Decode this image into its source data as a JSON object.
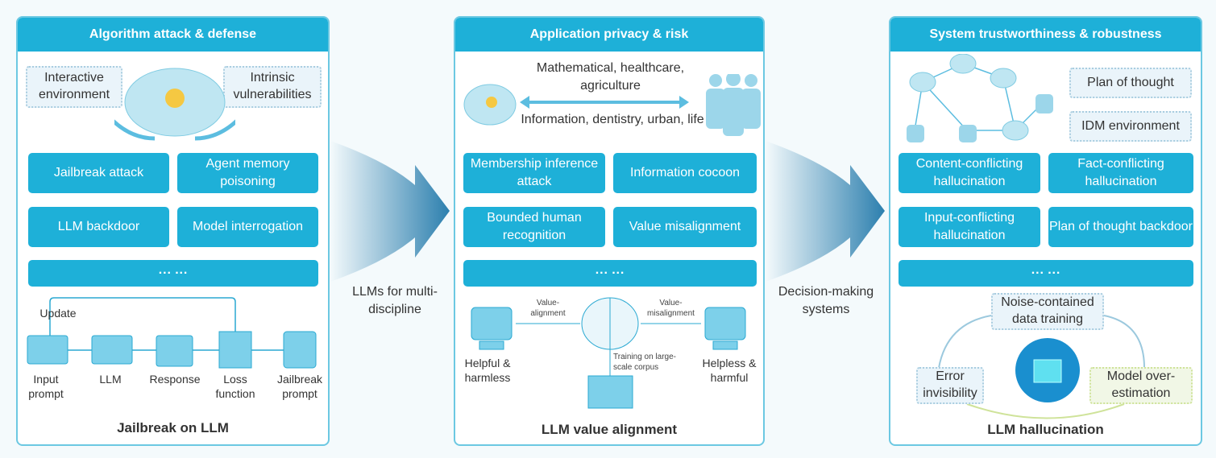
{
  "panels": {
    "left": {
      "header": "Algorithm attack & defense",
      "bubbles": [
        "Interactive environment",
        "Intrinsic vulnerabilities"
      ],
      "boxes": [
        "Jailbreak attack",
        "Agent memory poisoning",
        "LLM backdoor",
        "Model interrogation"
      ],
      "ellipsis": "··· ···",
      "flow": {
        "update": "Update",
        "steps": [
          "Input prompt",
          "LLM",
          "Response",
          "Loss function",
          "Jailbreak prompt"
        ]
      },
      "title": "Jailbreak on LLM"
    },
    "middle": {
      "header": "Application privacy & risk",
      "top_text": "Mathematical, healthcare, agriculture",
      "bottom_text": "Information, dentistry, urban, life",
      "boxes": [
        "Membership inference attack",
        "Information cocoon",
        "Bounded human recognition",
        "Value misalignment"
      ],
      "ellipsis": "··· ···",
      "alignment": {
        "left_edge": "Value-alignment",
        "right_edge": "Value-misalignment",
        "training": "Training on large-scale corpus",
        "left_outcome": "Helpful & harmless",
        "right_outcome": "Helpless & harmful"
      },
      "title": "LLM value alignment"
    },
    "right": {
      "header": "System trustworthiness & robustness",
      "tags": [
        "Plan of thought",
        "IDM environment"
      ],
      "boxes": [
        "Content-conflicting hallucination",
        "Fact-conflicting hallucination",
        "Input-conflicting hallucination",
        "Plan of thought backdoor"
      ],
      "ellipsis": "··· ···",
      "cycle": [
        "Noise-contained data training",
        "Error invisibility",
        "Model over-estimation"
      ],
      "title": "LLM hallucination"
    }
  },
  "connectors": [
    "LLMs for multi-discipline",
    "Decision-making systems"
  ],
  "colors": {
    "accent": "#1eb0d8",
    "border": "#6cc8e2"
  }
}
